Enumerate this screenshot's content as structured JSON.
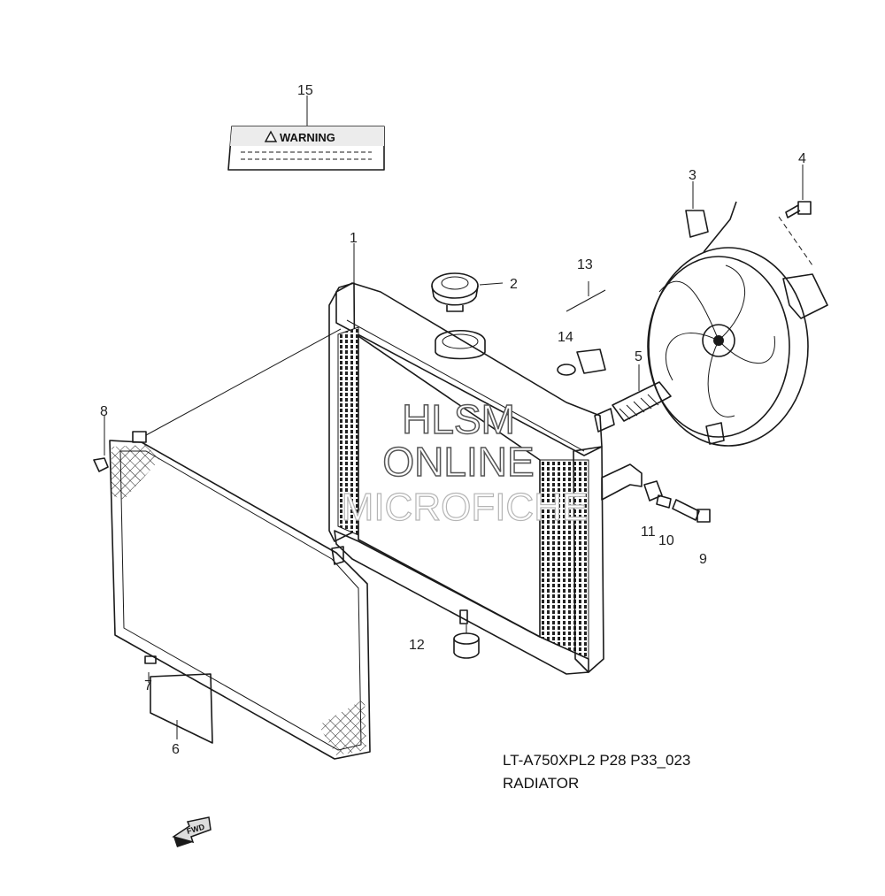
{
  "diagram": {
    "caption_code": "LT-A750XPL2 P28 P33_023",
    "caption_title": "RADIATOR",
    "warning_label": "WARNING",
    "watermark": {
      "line1": "HLSM",
      "line2": "ONLINE",
      "line3": "MICROFICHE"
    },
    "fwd_label": "FWD",
    "callouts": {
      "c1": "1",
      "c2": "2",
      "c3": "3",
      "c4": "4",
      "c5": "5",
      "c6": "6",
      "c7": "7",
      "c8": "8",
      "c9": "9",
      "c10": "10",
      "c11": "11",
      "c12": "12",
      "c13": "13",
      "c14": "14",
      "c15": "15"
    }
  }
}
